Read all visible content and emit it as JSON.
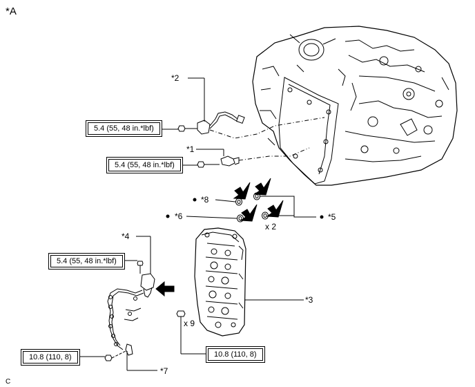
{
  "view_label": "*A",
  "corner_code": "C",
  "callouts": {
    "c1": "*1",
    "c2": "*2",
    "c3": "*3",
    "c4": "*4",
    "c5": "*5",
    "c6": "*6",
    "c7": "*7",
    "c8": "*8"
  },
  "quantities": {
    "seals": "x 2",
    "bolts": "x 9"
  },
  "torque_specs": {
    "speed_sensor_upper": "5.4 (55, 48 in.*lbf)",
    "speed_sensor_lower": "5.4 (55, 48 in.*lbf)",
    "solenoid": "5.4 (55, 48 in.*lbf)",
    "wire_clamp": "10.8 (110, 8)",
    "valve_body": "10.8 (110, 8)"
  },
  "colors": {
    "line": "#000000",
    "background": "#ffffff",
    "arrow_fill": "#000000"
  }
}
